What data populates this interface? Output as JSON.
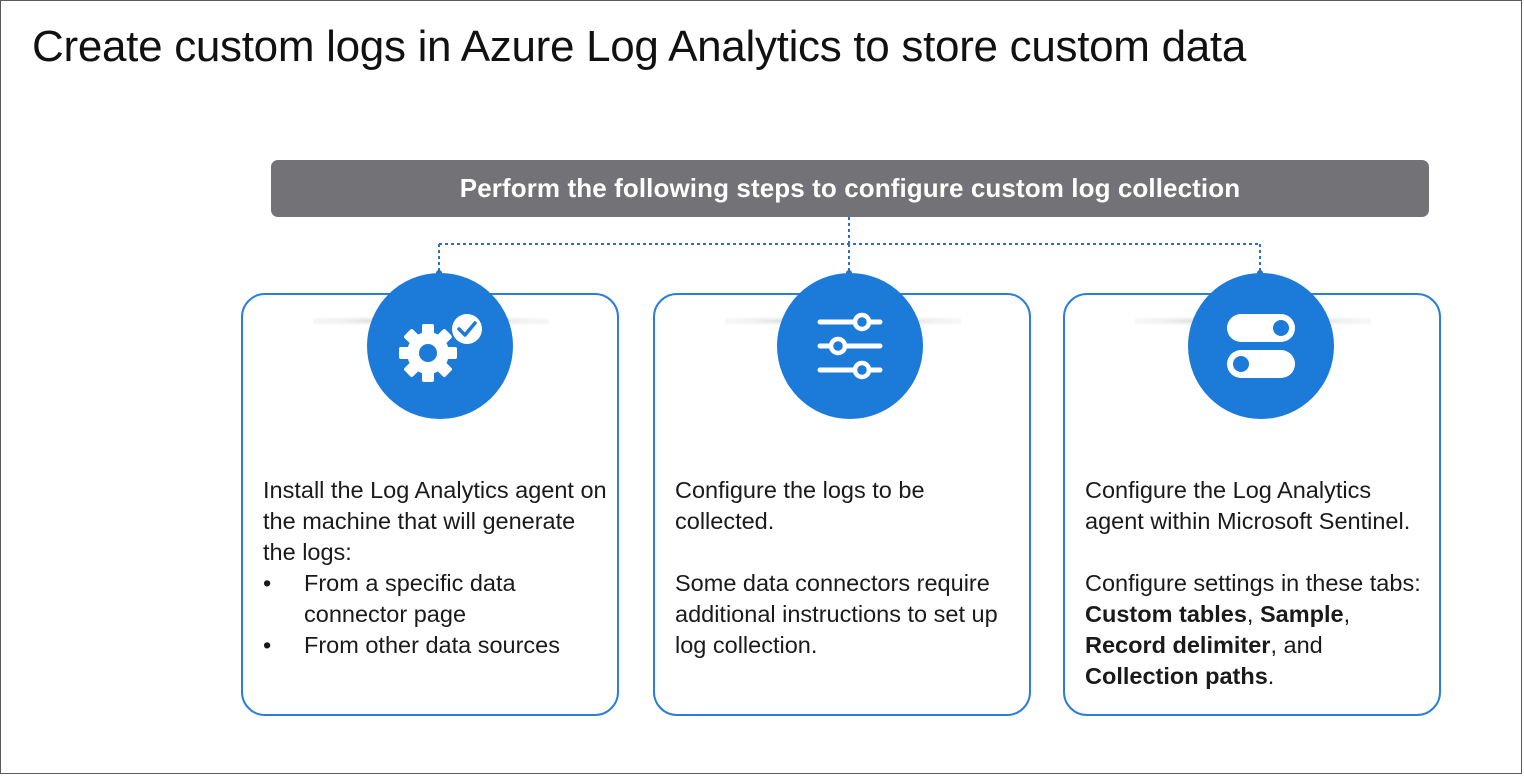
{
  "slide": {
    "title": "Create custom logs in Azure Log Analytics to store custom data"
  },
  "banner": {
    "text": "Perform the following steps to configure custom log collection"
  },
  "colors": {
    "accent_blue": "#1c7ad8",
    "card_border": "#2b7fd9",
    "banner_gray": "#737276",
    "connector_blue": "#2b6fc0"
  },
  "steps": [
    {
      "icon": "gear-check-icon",
      "intro": "Install the Log Analytics agent on the machine that will generate the logs:",
      "bullets": [
        "From a specific data connector page",
        "From other data sources"
      ]
    },
    {
      "icon": "sliders-icon",
      "line1": "Configure the logs to be collected.",
      "line2": "Some data connectors require additional instructions to set up log collection."
    },
    {
      "icon": "toggle-switches-icon",
      "line1": "Configure the Log Analytics agent within Microsoft Sentinel.",
      "line2_prefix": "Configure settings in these tabs: ",
      "tab_custom_tables": "Custom tables",
      "sep1": ", ",
      "tab_sample": "Sample",
      "sep2": ", ",
      "tab_record_delimiter": "Record delimiter",
      "sep3": ", and ",
      "tab_collection_paths": "Collection paths",
      "end": "."
    }
  ]
}
